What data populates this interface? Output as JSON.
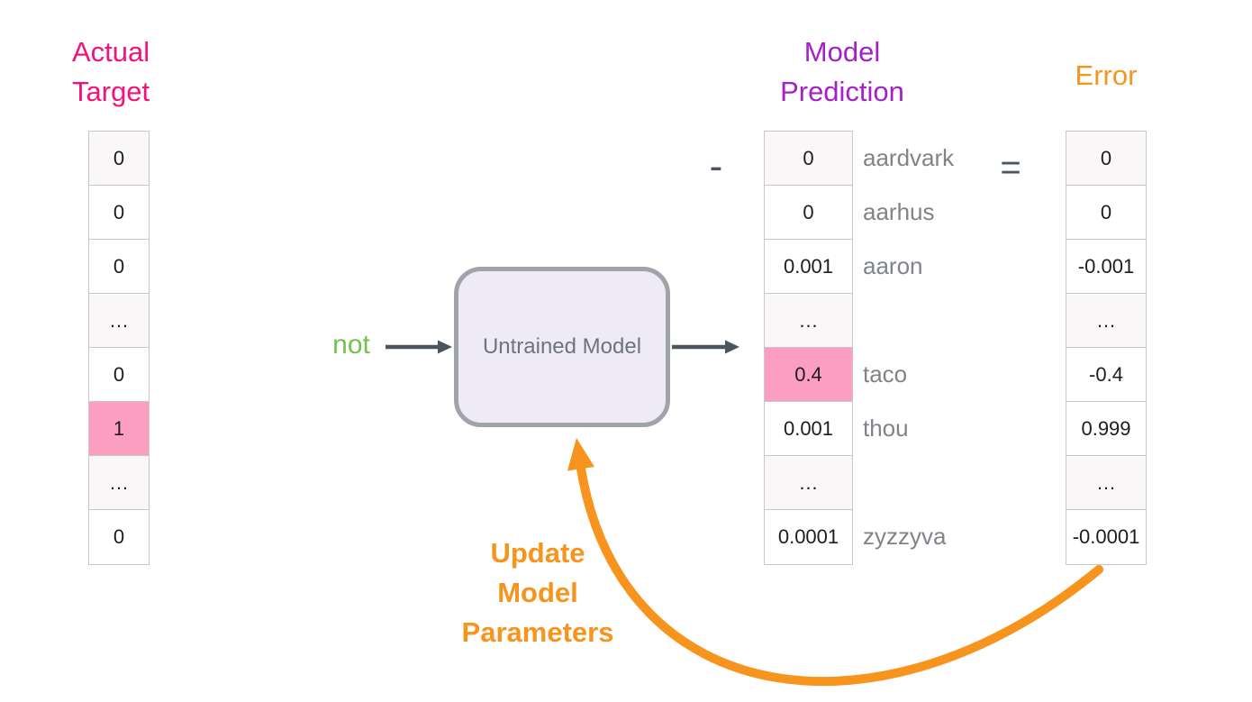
{
  "titles": {
    "actual_target": {
      "line1": "Actual",
      "line2": "Target"
    },
    "model_prediction": {
      "line1": "Model",
      "line2": "Prediction"
    },
    "error": {
      "line1": "Error"
    }
  },
  "input_word": "not",
  "model_box": {
    "label": "Untrained Model"
  },
  "operators": {
    "minus": "-",
    "equals": "="
  },
  "columns": {
    "target": {
      "values": [
        "0",
        "0",
        "0",
        "…",
        "0",
        "1",
        "…",
        "0"
      ],
      "highlight_index": 5
    },
    "prediction": {
      "values": [
        "0",
        "0",
        "0.001",
        "…",
        "0.4",
        "0.001",
        "…",
        "0.0001"
      ],
      "highlight_index": 4
    },
    "error": {
      "values": [
        "0",
        "0",
        "-0.001",
        "…",
        "-0.4",
        "0.999",
        "…",
        "-0.0001"
      ],
      "highlight_index": null
    }
  },
  "vocabulary_words": [
    "aardvark",
    "aarhus",
    "aaron",
    "",
    "taco",
    "thou",
    "",
    "zyzzyva"
  ],
  "feedback_arrow": {
    "line1": "Update",
    "line2": "Model",
    "line3": "Parameters"
  },
  "colors": {
    "pink_title": "#f5117d",
    "purple_title": "#a620c8",
    "orange": "#f7941e",
    "green": "#76c14c",
    "dark": "#4a5560",
    "pink_highlight": "#fb9ebf",
    "cell_border": "#c9c7c9",
    "stripe": "#faf7f9",
    "box_fill": "#efebf6",
    "box_border": "#9fa4a8",
    "word_gray": "#7f8488"
  }
}
